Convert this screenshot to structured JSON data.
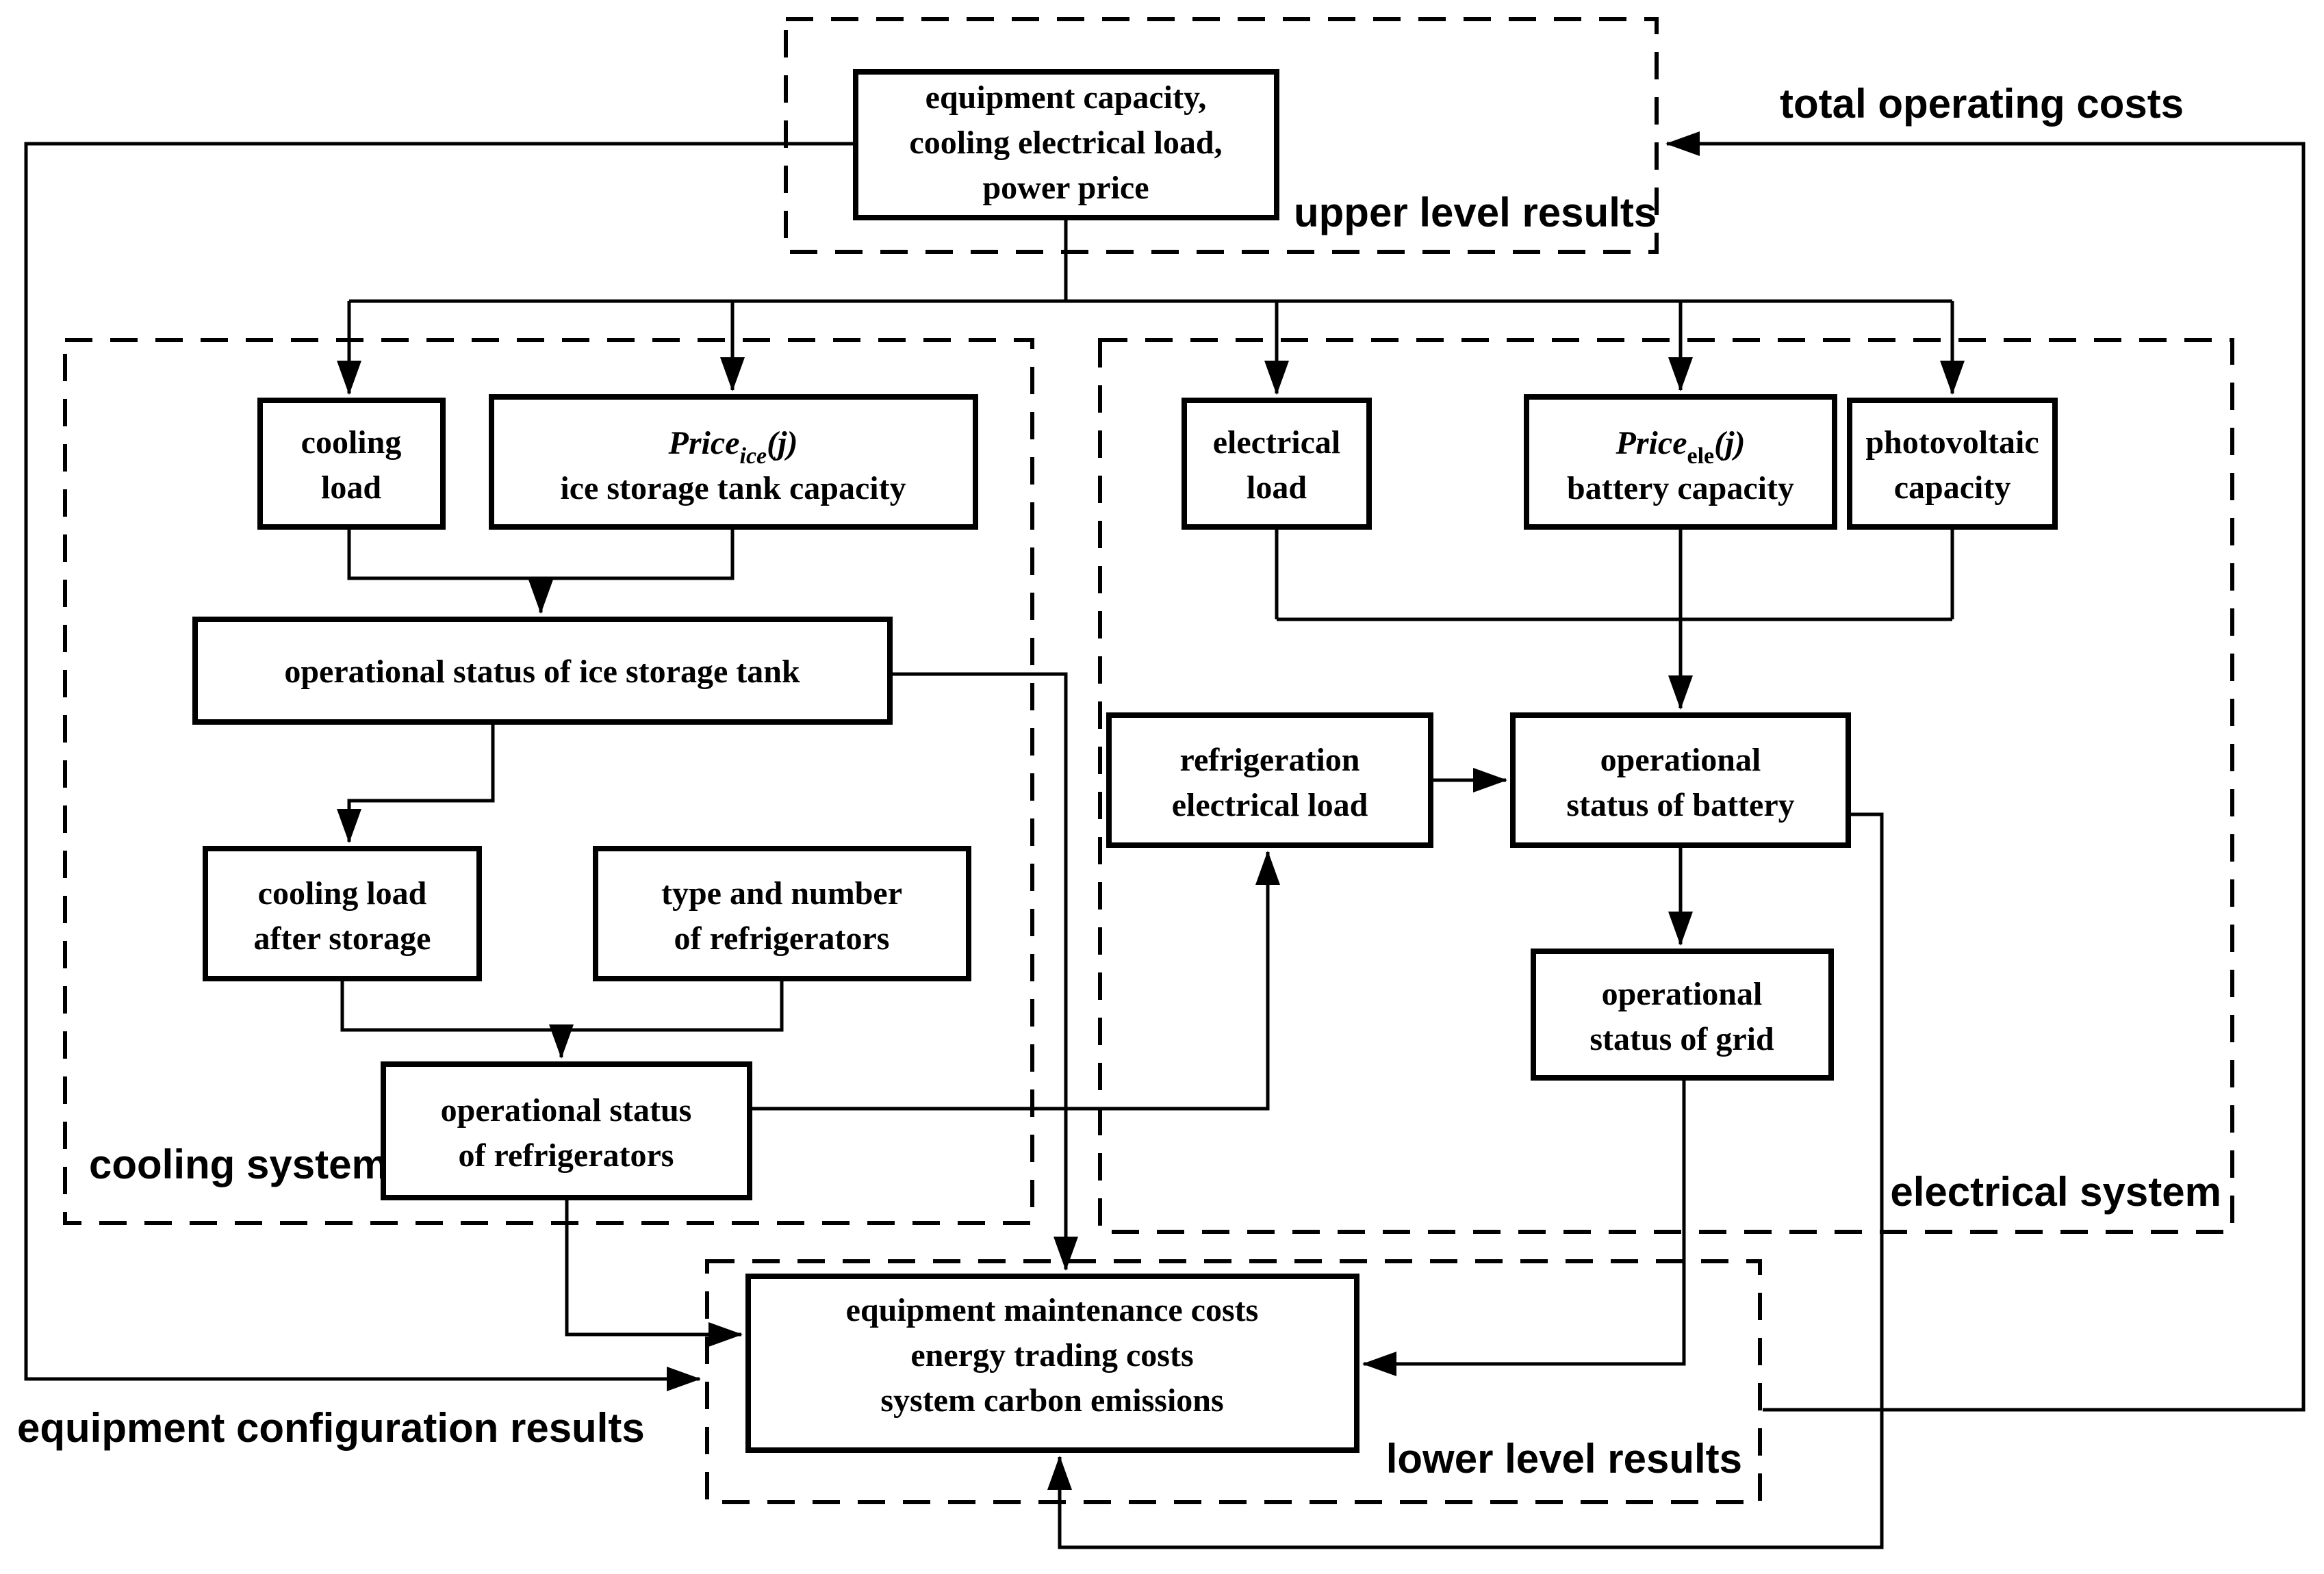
{
  "colors": {
    "ink": "#000000",
    "paper": "#ffffff"
  },
  "groups": {
    "upper": {
      "label": "upper level results"
    },
    "cooling": {
      "label": "cooling system"
    },
    "electrical": {
      "label": "electrical system"
    },
    "lower": {
      "label": "lower level results"
    }
  },
  "flow_labels": {
    "total_operating_costs": "total operating costs",
    "equipment_configuration_results": "equipment configuration results"
  },
  "nodes": {
    "upper_result": {
      "lines": [
        "equipment capacity,",
        "cooling electrical load,",
        "power price"
      ]
    },
    "cooling_load": {
      "lines": [
        "cooling",
        "load"
      ]
    },
    "price_ice": {
      "formula": {
        "base": "Price",
        "sub": "ice",
        "arg": "(j)"
      },
      "caption": "ice storage tank capacity"
    },
    "ice_tank_status": {
      "lines": [
        "operational status of ice storage tank"
      ]
    },
    "cooling_after_storage": {
      "lines": [
        "cooling load",
        "after storage"
      ]
    },
    "refrigerator_type": {
      "lines": [
        "type and number",
        "of refrigerators"
      ]
    },
    "refrigerator_status": {
      "lines": [
        "operational status",
        "of refrigerators"
      ]
    },
    "electrical_load": {
      "lines": [
        "electrical",
        "load"
      ]
    },
    "price_ele": {
      "formula": {
        "base": "Price",
        "sub": "ele",
        "arg": "(j)"
      },
      "caption": "battery capacity"
    },
    "photovoltaic": {
      "lines": [
        "photovoltaic",
        "capacity"
      ]
    },
    "refrigeration_load": {
      "lines": [
        "refrigeration",
        "electrical load"
      ]
    },
    "battery_status": {
      "lines": [
        "operational",
        "status of battery"
      ]
    },
    "grid_status": {
      "lines": [
        "operational",
        "status of grid"
      ]
    },
    "lower_result": {
      "lines": [
        "equipment maintenance costs",
        "energy trading costs",
        "system carbon emissions"
      ]
    }
  }
}
